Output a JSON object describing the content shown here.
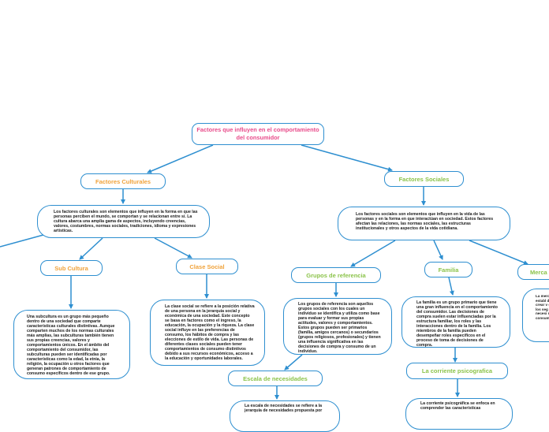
{
  "root": {
    "title": "Factores que influyen en el comportamiento del consumidor"
  },
  "culturales": {
    "label": "Factores Culturales",
    "desc": "Los factores culturales son elementos que influyen en la forma en que las personas perciben el mundo, se comportan y se relacionan entre sí. La cultura abarca una amplia gama de aspectos, incluyendo creencias, valores, costumbres, normas sociales, tradiciones, idioma y expresiones artísticas."
  },
  "subcultura": {
    "label": "Sub Cultura",
    "desc": "Una subcultura es un grupo más pequeño dentro de una sociedad que comparte características culturales distintivas. Aunque comparten muchos de los normas culturales más amplias, las subculturas también tienen sus propias creencias, valores y comportamientos únicos. En el ámbito del comportamiento del consumidor, las subculturas pueden ser identificadas por características como la edad, la etnia, la religión, la ocupación u otros factores que generan patrones de comportamiento de consumo específicos dentro de ese grupo."
  },
  "clase": {
    "label": "Clase Social",
    "desc": "La clase social se refiere a la posición relativa de una persona en la jerarquía social y económica de una sociedad. Este concepto se basa en factores como el ingreso, la educación, la ocupación y la riqueza. La clase social influye en las preferencias de consumo, los hábitos de compra y las elecciones de estilo de vida. Las personas de diferentes clases sociales pueden tener comportamientos de consumo distintivos debido a sus recursos económicos, acceso a la educación y oportunidades laborales."
  },
  "sociales": {
    "label": "Factores Sociales",
    "desc": "Los factores sociales son elementos que influyen en la vida de las personas y en la forma en que interactúan en sociedad. Estos factores afectan las relaciones, las normas sociales, las estructuras institucionales y otros aspectos de la vida cotidiana."
  },
  "referencia": {
    "label": "Grupos de referencia",
    "desc": "Los grupos de referencia son aquellos grupos sociales con los cuales un individuo se identifica y utiliza como base para evaluar y formar sus propias actitudes, valores y comportamientos. Estos grupos pueden ser primarios (familia, amigos cercanos) o secundarios (grupos religiosos, profesionales) y tienen una influencia significativa en las decisiones de compra y consumo de un individuo."
  },
  "escala": {
    "label": "Escala de necesidades",
    "desc": "La escala de necesidades se refiere a la jerarquía de necesidades propuesta por"
  },
  "familia": {
    "label": "Familia",
    "desc": "La familia es un grupo primario que tiene una gran influencia en el comportamiento del consumidor. Las decisiones de compra suelen estar influenciadas por la estructura familiar, los roles y las interacciones dentro de la familia. Los miembros de la familia pueden desempeñar roles específicos en el proceso de toma de decisiones de compra."
  },
  "psicografica": {
    "label": "La corriente psicografica",
    "desc": "La corriente psicográfica se enfoca en comprender las características"
  },
  "mercado": {
    "label": "Merca",
    "desc": "La merc de pla establ distrib crear v objetiv los seg compe necesi respon consum"
  }
}
